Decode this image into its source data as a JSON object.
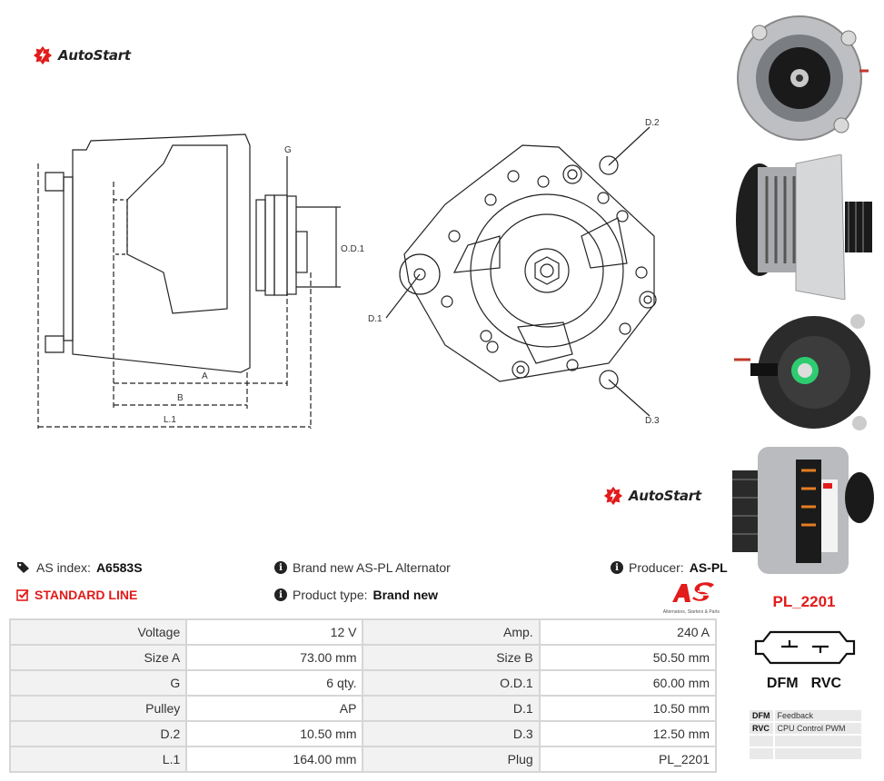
{
  "brand": {
    "name": "AutoStart"
  },
  "drawing": {
    "labels": {
      "g": "G",
      "od1": "O.D.1",
      "a": "A",
      "b": "B",
      "l1": "L.1",
      "d1": "D.1",
      "d2": "D.2",
      "d3": "D.3"
    }
  },
  "product": {
    "as_index_label": "AS index:",
    "as_index_value": "A6583S",
    "line_label": "STANDARD LINE",
    "description": "Brand new AS-PL Alternator",
    "product_type_label": "Product type:",
    "product_type_value": "Brand new",
    "producer_label": "Producer:",
    "producer_value": "AS-PL",
    "producer_tagline": "Alternators, Starters & Parts"
  },
  "specs": [
    {
      "l1": "Voltage",
      "v1": "12 V",
      "l2": "Amp.",
      "v2": "240 A"
    },
    {
      "l1": "Size A",
      "v1": "73.00 mm",
      "l2": "Size B",
      "v2": "50.50 mm"
    },
    {
      "l1": "G",
      "v1": "6 qty.",
      "l2": "O.D.1",
      "v2": "60.00 mm"
    },
    {
      "l1": "Pulley",
      "v1": "AP",
      "l2": "D.1",
      "v2": "10.50 mm"
    },
    {
      "l1": "D.2",
      "v1": "10.50 mm",
      "l2": "D.3",
      "v2": "12.50 mm"
    },
    {
      "l1": "L.1",
      "v1": "164.00 mm",
      "l2": "Plug",
      "v2": "PL_2201"
    }
  ],
  "plug": {
    "code": "PL_2201",
    "pin1": "DFM",
    "pin2": "RVC",
    "legend": [
      {
        "key": "DFM",
        "value": "Feedback"
      },
      {
        "key": "RVC",
        "value": "CPU Control PWM"
      },
      {
        "key": "",
        "value": ""
      },
      {
        "key": "",
        "value": ""
      }
    ]
  },
  "colors": {
    "accent": "#e21b1b",
    "table_label_bg": "#f2f2f2",
    "table_border": "#d6d6d6"
  },
  "icons": [
    "autostart-logo-icon",
    "tags-icon",
    "check-square-icon",
    "info-circle-icon"
  ]
}
